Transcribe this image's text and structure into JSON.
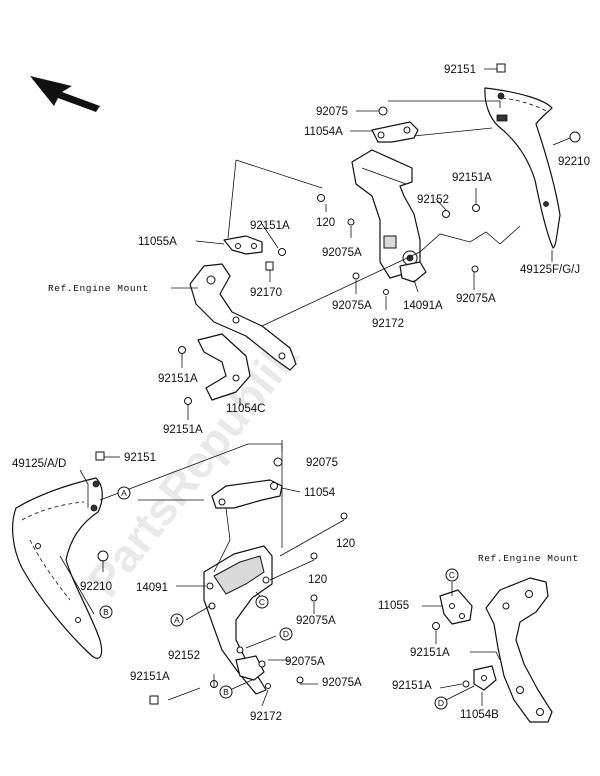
{
  "watermark": "PartsRepublik",
  "references": {
    "engine_mount_top": "Ref.Engine Mount",
    "engine_mount_bottom": "Ref.Engine Mount"
  },
  "ref_letters": {
    "A": "A",
    "B": "B",
    "C": "C",
    "D": "D"
  },
  "top_labels": {
    "l92151": "92151",
    "l92075": "92075",
    "l11054A": "11054A",
    "l92210": "92210",
    "l92151A_r": "92151A",
    "l92152": "92152",
    "l120": "120",
    "l92075A_m": "92075A",
    "l11055A": "11055A",
    "l92151A_m": "92151A",
    "l92170": "92170",
    "l49125FGJ": "49125F/G/J",
    "l92075A_l": "92075A",
    "l14091A": "14091A",
    "l92075A_r": "92075A",
    "l92172": "92172",
    "l92151A_bl": "92151A",
    "l11054C": "11054C",
    "l92151A_bb": "92151A"
  },
  "bottom_labels": {
    "l49125AD": "49125/A/D",
    "l92151": "92151",
    "l92075": "92075",
    "l11054": "11054",
    "l120a": "120",
    "l120b": "120",
    "l92210": "92210",
    "l14091": "14091",
    "l92075A_a": "92075A",
    "l92075A_b": "92075A",
    "l92075A_c": "92075A",
    "l92152": "92152",
    "l92151A": "92151A",
    "l92172": "92172"
  },
  "right_labels": {
    "l11055": "11055",
    "l92151A_a": "92151A",
    "l92151A_b": "92151A",
    "l11054B": "11054B"
  }
}
